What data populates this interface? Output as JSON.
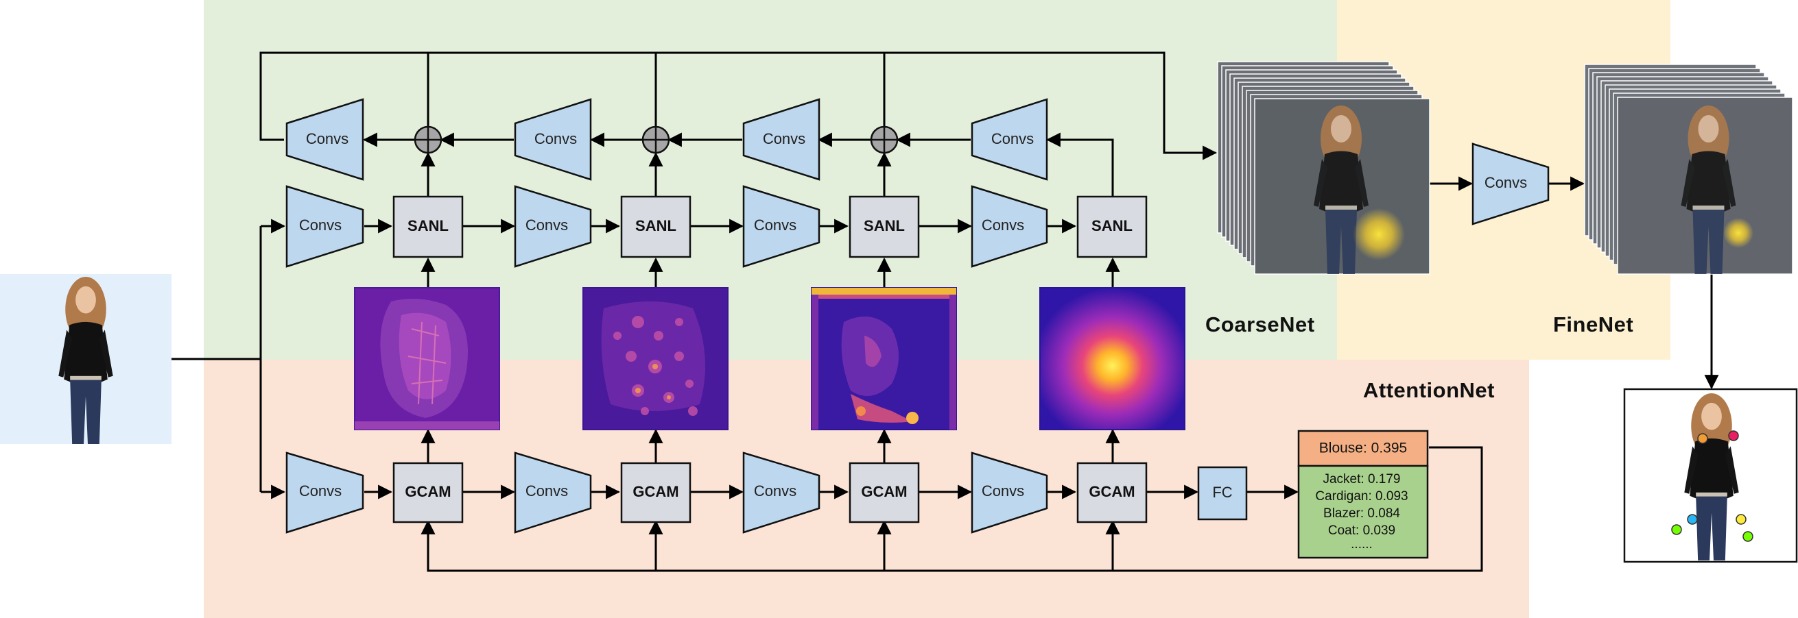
{
  "sections": {
    "coarse": "CoarseNet",
    "fine": "FineNet",
    "attention": "AttentionNet"
  },
  "blocks": {
    "convs": "Convs",
    "sanl": "SANL",
    "gcam": "GCAM",
    "fc": "FC"
  },
  "predictions": {
    "top": "Blouse: 0.395",
    "others": [
      "Jacket:  0.179",
      "Cardigan: 0.093",
      "Blazer: 0.084",
      "Coat: 0.039",
      "......"
    ]
  },
  "colors": {
    "coarse_bg": "#e3efdb",
    "fine_bg": "#fdf1d2",
    "attention_bg": "#fbe3d6",
    "block_blue": "#bdd7ee",
    "block_gray": "#d9dbe3",
    "top_pred": "#f4b084",
    "other_pred": "#a9d18e",
    "input_bg": "#e3f0fb"
  },
  "keypoint_colors": [
    "#f39c33",
    "#e91e63",
    "#29b6f6",
    "#76ff03",
    "#ffeb3b",
    "#76ff03"
  ]
}
